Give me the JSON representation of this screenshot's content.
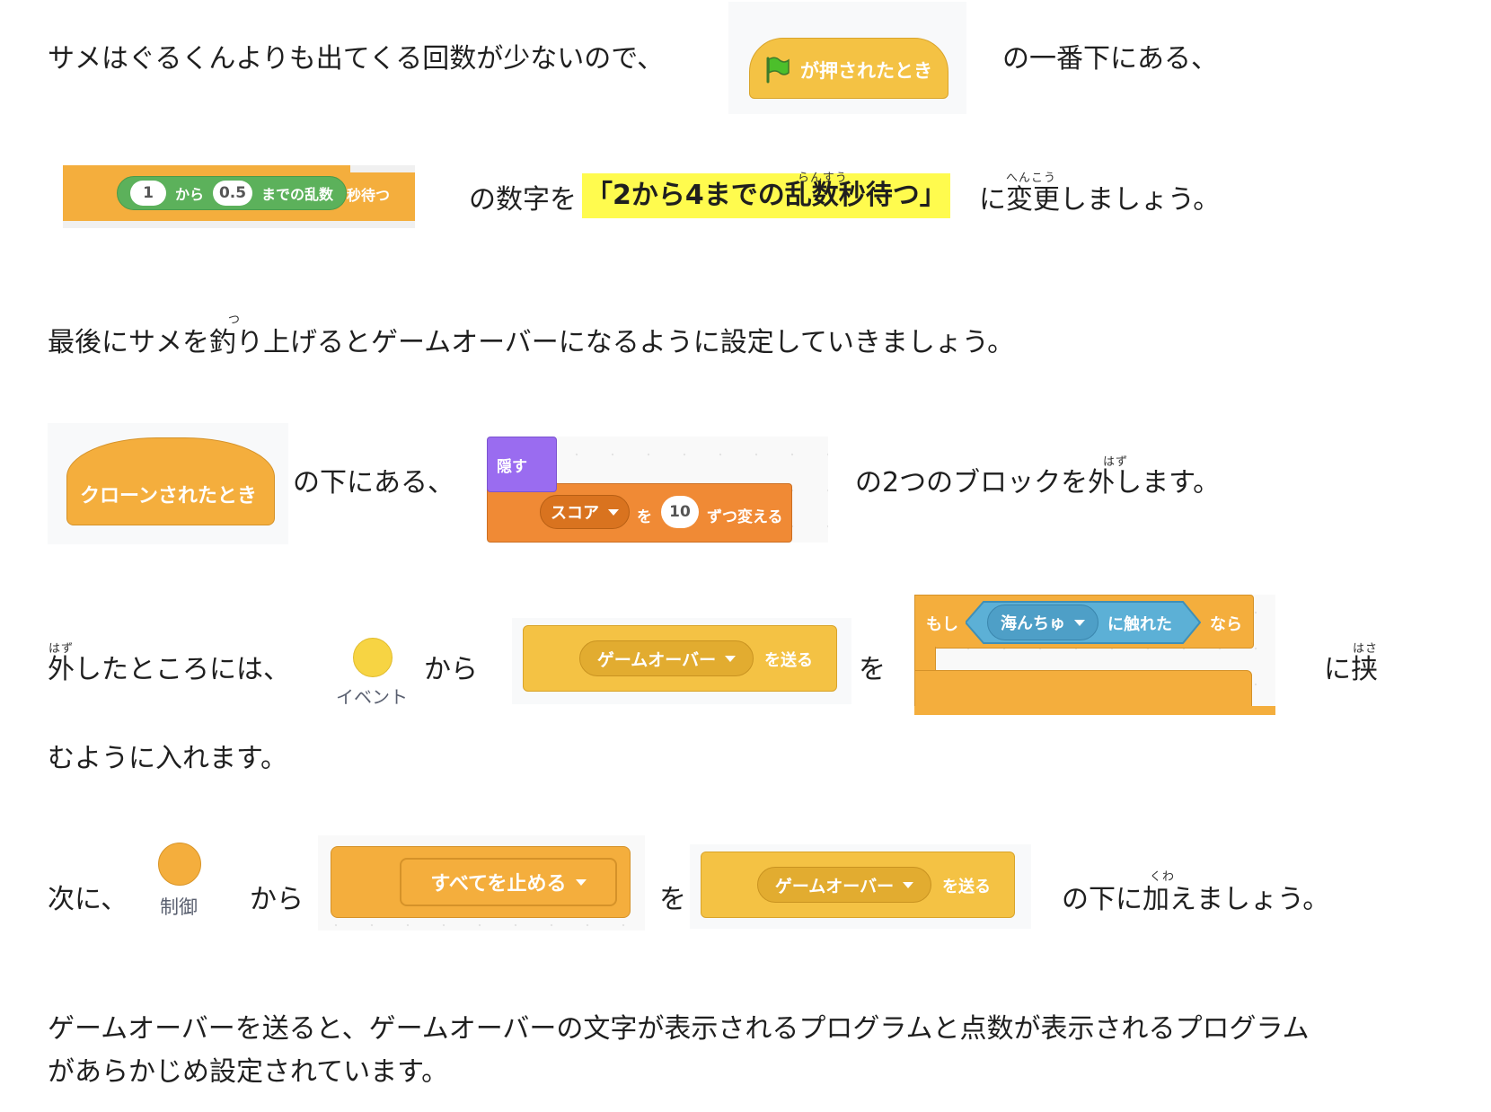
{
  "p1": {
    "a": "サメはぐるくんよりも出てくる回数が少ないので、",
    "b": "の一番下にある、"
  },
  "flag_block": {
    "label": "が押されたとき"
  },
  "random_block": {
    "from": "1",
    "word_from": "から",
    "to": "0.5",
    "label": "までの乱数",
    "suffix": "秒待つ"
  },
  "p2": {
    "a": "の数字を",
    "highlight": "「2から4までの乱数秒待つ」",
    "b": "に変更しましょう。",
    "ruby_ransuu": "らんすう",
    "ruby_henkou": "へんこう"
  },
  "p3": {
    "text": "最後にサメを釣り上げるとゲームオーバーになるように設定していきましょう。",
    "ruby_tsu": "つ"
  },
  "clone_block": {
    "label": "クローンされたとき"
  },
  "p4": {
    "a": "の下にある、",
    "b": "の2つのブロックを外します。",
    "ruby_hazu": "はず"
  },
  "hide_block": {
    "label": "隠す"
  },
  "score_block": {
    "var": "スコア",
    "word": "を",
    "value": "10",
    "label": "ずつ変える"
  },
  "p5": {
    "a": "外したところには、",
    "kara": "から",
    "wo": "を",
    "c": "に挟",
    "d": "むように入れます。",
    "ruby_hazu": "はず",
    "ruby_hasa": "はさ"
  },
  "event_cat": {
    "label": "イベント",
    "color": "#f7d443"
  },
  "broadcast_block": {
    "message": "ゲームオーバー",
    "label": "を送る"
  },
  "if_block": {
    "if": "もし",
    "sprite": "海んちゅ",
    "touch": "に触れた",
    "then": "なら"
  },
  "p6": {
    "a": "次に、",
    "kara": "から",
    "wo": "を",
    "b": "の下に加えましょう。",
    "ruby_kuwa": "くわ"
  },
  "control_cat": {
    "label": "制御",
    "color": "#f4ae3d"
  },
  "stop_block": {
    "label": "すべてを止める"
  },
  "p7": {
    "line1": "ゲームオーバーを送ると、ゲームオーバーの文字が表示されるプログラムと点数が表示されるプログラム",
    "line2": "があらかじめ設定されています。"
  }
}
